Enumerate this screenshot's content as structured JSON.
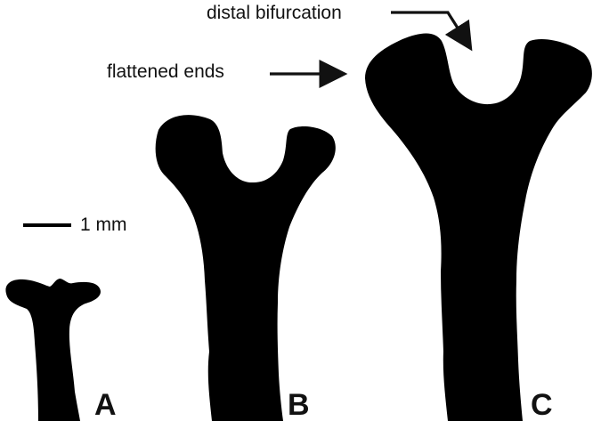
{
  "annotations": {
    "distal_bifurcation": "distal bifurcation",
    "flattened_ends": "flattened ends"
  },
  "scale_bar": {
    "label": "1 mm"
  },
  "specimens": [
    {
      "letter": "A"
    },
    {
      "letter": "B"
    },
    {
      "letter": "C"
    }
  ],
  "colors": {
    "silhouette": "#000000",
    "text": "#111111",
    "background": "#ffffff"
  }
}
